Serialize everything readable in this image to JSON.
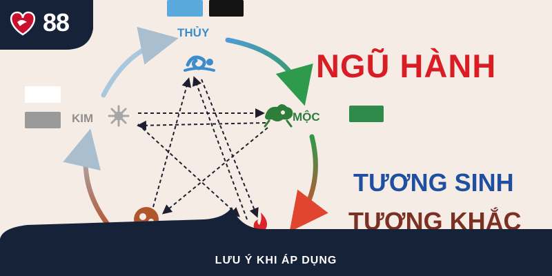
{
  "brand": {
    "logo_text": "88"
  },
  "title": "NGŨ HÀNH",
  "subtitles": [
    "TƯƠNG SINH",
    "TƯƠNG KHẮC"
  ],
  "elements": {
    "thuy": {
      "label": "THỦY",
      "color": "#3b8ecb",
      "icon": "water-cloud-icon",
      "swatch_colors": [
        "#5aa9dc",
        "#141414"
      ]
    },
    "kim": {
      "label": "KIM",
      "color": "#8f8f8f",
      "icon": "metal-star-icon",
      "swatch_colors": [
        "#ffffff",
        "#9a9a9a"
      ]
    },
    "moc": {
      "label": "MỘC",
      "color": "#2b7d3f",
      "icon": "wood-dragon-icon",
      "swatch_colors": [
        "#2e8b4a"
      ]
    },
    "hoa": {
      "color": "#d8262b",
      "icon": "fire-flame-icon"
    },
    "tho": {
      "color": "#a0522d",
      "icon": "earth-swirl-icon"
    }
  },
  "banner": {
    "text": "LƯU Ý KHI ÁP DỤNG",
    "color": "#162238"
  },
  "colors": {
    "background": "#f6ece6",
    "title_red": "#d91d24",
    "subtitle_blue": "#1f4fa0",
    "subtitle_brown": "#7a3124"
  }
}
